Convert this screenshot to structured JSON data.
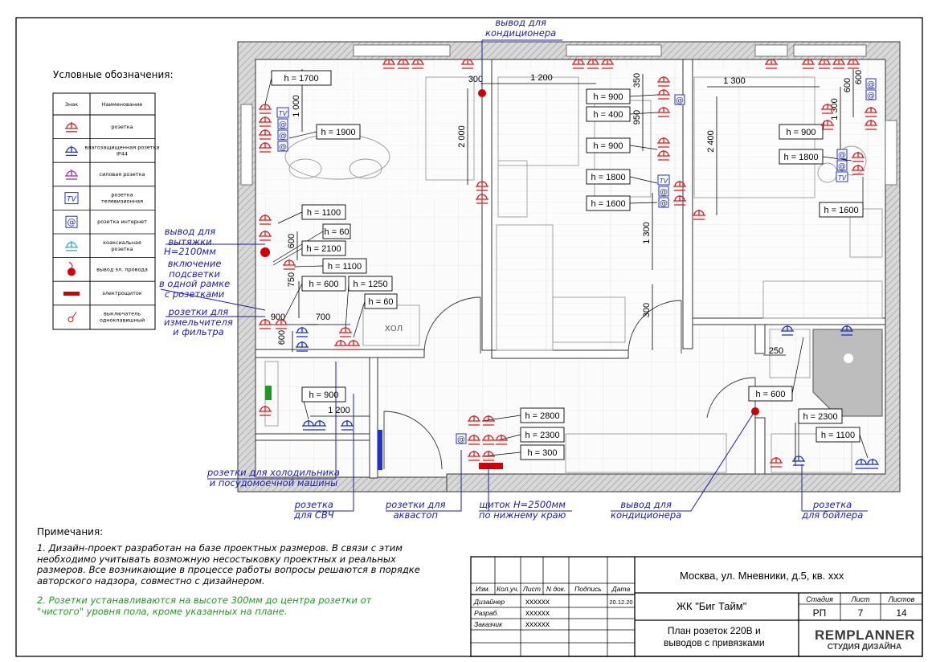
{
  "legend": {
    "title": "Условные обозначения:",
    "col_sign": "Знак",
    "col_name": "Наименование",
    "items": [
      {
        "icon": "socket-icon",
        "name": "розетка",
        "color": "#e01b1b"
      },
      {
        "icon": "waterproof-socket-icon",
        "name": "влагозащищенная розетка IP44",
        "color": "#1f2fd0"
      },
      {
        "icon": "power-socket-icon",
        "name": "силовая розетка",
        "color": "#9b2fb5"
      },
      {
        "icon": "tv-socket-icon",
        "name": "розетка телевизионная",
        "color": "#1f2fd0"
      },
      {
        "icon": "internet-socket-icon",
        "name": "розетка интернет",
        "color": "#1f2fd0"
      },
      {
        "icon": "coaxial-socket-icon",
        "name": "коаксиальная розетка",
        "color": "#2bb3b3"
      },
      {
        "icon": "wire-outlet-icon",
        "name": "вывод эл. провода",
        "color": "#d40000"
      },
      {
        "icon": "electrical-panel-icon",
        "name": "электрощиток",
        "color": "#d40000"
      },
      {
        "icon": "switch-icon",
        "name": "выключатель одноклавишный",
        "color": "#c02020"
      }
    ]
  },
  "plan": {
    "room_label": "ХОЛ",
    "heights": [
      "h = 1700",
      "h = 1900",
      "h = 1100",
      "h = 60",
      "h = 2100",
      "h = 1100",
      "h = 600",
      "h = 1250",
      "h = 60",
      "h = 900",
      "h = 2800",
      "h = 2300",
      "h = 300",
      "h = 900",
      "h = 400",
      "h = 900",
      "h = 1800",
      "h = 1600",
      "h = 900",
      "h = 1800",
      "h = 1600",
      "h = 600",
      "h = 2300",
      "h = 1100"
    ],
    "dimensions": [
      "1 000",
      "300",
      "1 200",
      "2 000",
      "350",
      "950",
      "1 300",
      "2 400",
      "600",
      "1 300",
      "600",
      "750",
      "600",
      "700",
      "600",
      "900",
      "1 200",
      "1 300",
      "300",
      "250"
    ],
    "callouts": [
      {
        "text": "вывод для\nкондиционера"
      },
      {
        "text": "вывод для\nвытяжки\nH=2100мм"
      },
      {
        "text": "включение\nподсветки\nв одной рамке\nс розетками"
      },
      {
        "text": "розетки для\nизмельчителя\nи фильтра"
      },
      {
        "text": "розетки для холодильника\nи посудомоечной машины"
      },
      {
        "text": "розетка\nдля СВЧ"
      },
      {
        "text": "розетки для\nаквастоп"
      },
      {
        "text": "щиток H=2500мм\nпо нижнему краю"
      },
      {
        "text": "вывод для\nкондиционера"
      },
      {
        "text": "розетка\nдля бойлера"
      }
    ]
  },
  "notes": {
    "title": "Примечания:",
    "note1": "1. Дизайн-проект разработан на базе проектных размеров. В связи с этим необходимо учитывать возможную несостыковку проектных и реальных размеров. Все возникающие в процессе работы вопросы решаются в порядке авторского надзора, совместно с дизайнером.",
    "note2": "2. Розетки устанавливаются на высоте 300мм до центра розетки от \"чистого\" уровня пола, кроме указанных на плане."
  },
  "title_block": {
    "address": "Москва, ул. Мневники, д.5, кв. xxx",
    "complex": "ЖК \"Биг Тайм\"",
    "sheet_title": "План розеток 220В и\nвыводов с привязками",
    "headers": [
      "Изм.",
      "Кол.уч.",
      "Лист",
      "N док.",
      "Подпись",
      "Дата"
    ],
    "rows": [
      {
        "role": "Дизайнер",
        "name": "хххххх",
        "date": "20.12.20"
      },
      {
        "role": "Разраб.",
        "name": "хххххх",
        "date": ""
      },
      {
        "role": "Заказчик",
        "name": "хххххх",
        "date": ""
      }
    ],
    "stage_label": "Стадия",
    "stage_value": "РП",
    "sheet_label": "Лист",
    "sheet_value": "7",
    "sheets_label": "Листов",
    "sheets_value": "14",
    "logo_top": "REMPLANNER",
    "logo_bottom": "СТУДИЯ ДИЗАЙНА"
  },
  "colors": {
    "socket": "#e01b1b",
    "blue": "#1f2fd0",
    "callout": "#1a1ab4",
    "note_green": "#1e9a1e",
    "logo_orange": "#f28c1a"
  }
}
